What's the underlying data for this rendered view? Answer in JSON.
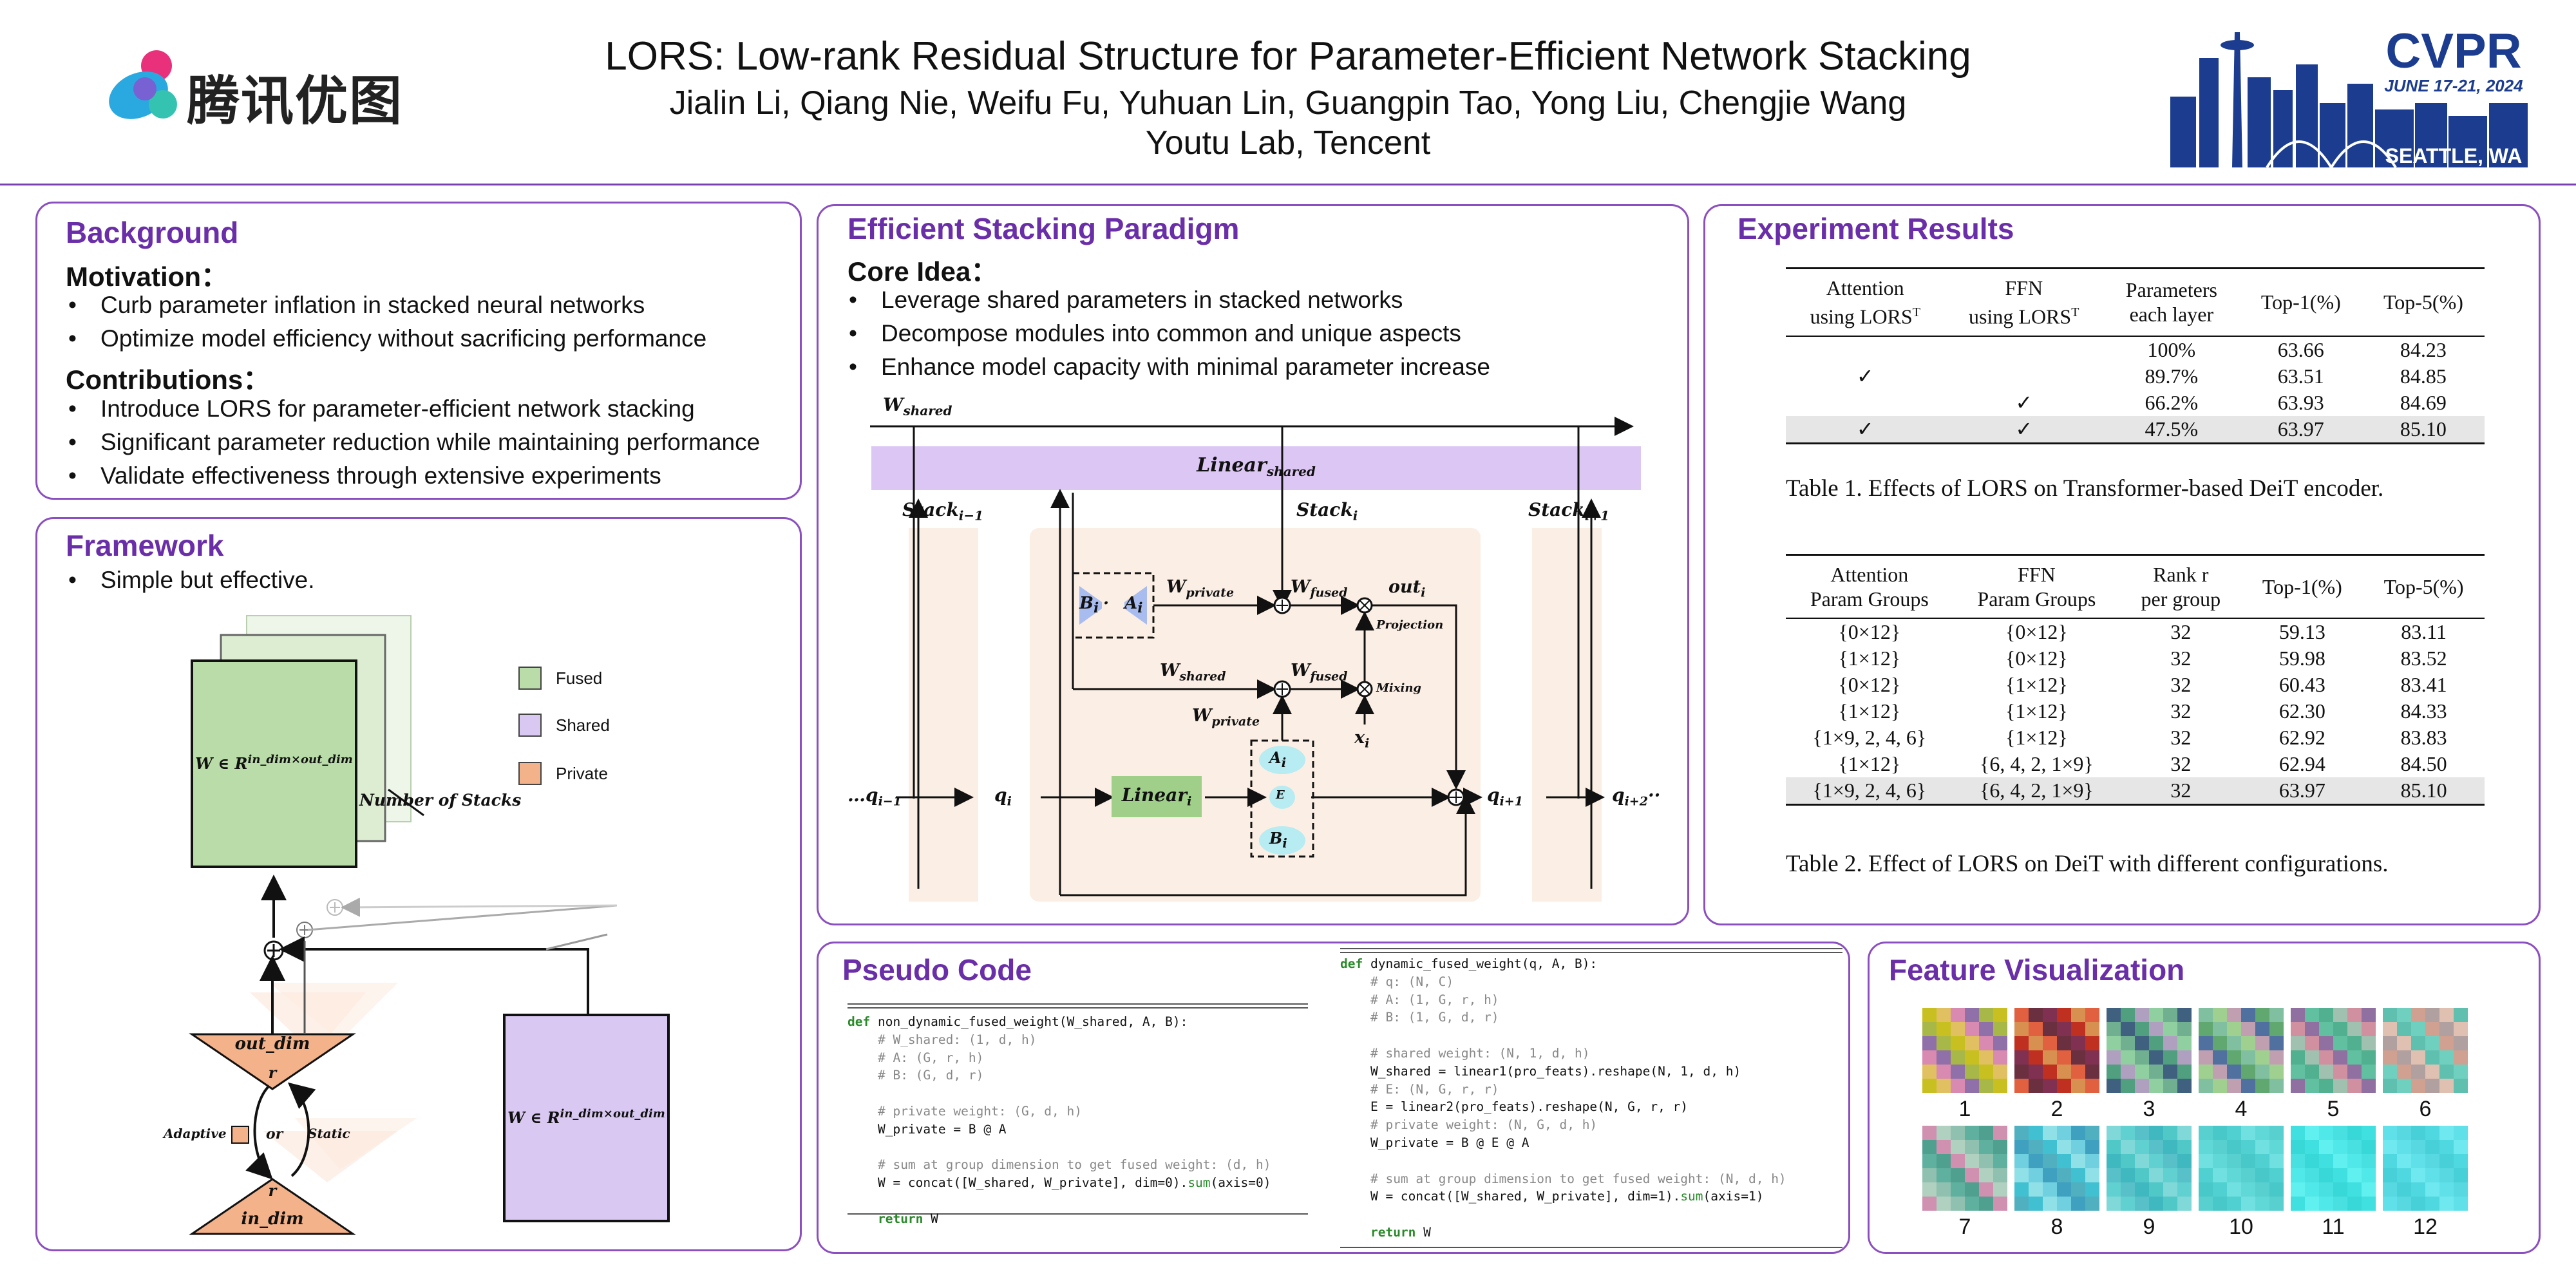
{
  "header": {
    "org_logo_text": "腾讯优图",
    "title": "LORS: Low-rank Residual Structure for Parameter-Efficient Network Stacking",
    "authors": "Jialin Li, Qiang Nie, Weifu Fu, Yuhuan Lin, Guangpin Tao, Yong Liu, Chengjie Wang",
    "affiliation": "Youtu Lab, Tencent",
    "conf_name": "CVPR",
    "conf_dates": "JUNE 17-21, 2024",
    "conf_location": "SEATTLE, WA"
  },
  "background": {
    "title": "Background",
    "motivation_heading": "Motivation：",
    "motivation": [
      "Curb parameter inflation in stacked neural networks",
      "Optimize model efficiency without sacrificing performance"
    ],
    "contributions_heading": "Contributions：",
    "contributions": [
      "Introduce LORS for parameter-efficient network stacking",
      "Significant parameter reduction while maintaining performance",
      "Validate effectiveness through extensive experiments"
    ]
  },
  "framework": {
    "title": "Framework",
    "bullets": [
      "Simple but effective."
    ],
    "legend": [
      "Fused",
      "Shared",
      "Private"
    ],
    "labels": {
      "w_fused": "W ∈ R",
      "w_sup": "in_dim×out_dim",
      "num_stacks": "Number of Stacks",
      "out_dim": "out_dim",
      "in_dim": "in_dim",
      "r_top": "r",
      "r_bottom": "r",
      "adaptive": "Adaptive",
      "or": "or",
      "static": "Static"
    }
  },
  "paradigm": {
    "title": "Efficient Stacking Paradigm",
    "core_heading": "Core Idea：",
    "bullets": [
      "Leverage shared parameters in stacked networks",
      "Decompose modules into common and unique aspects",
      "Enhance model capacity with minimal parameter increase"
    ],
    "labels": {
      "w_shared": "W",
      "w_shared_sub": "shared",
      "linear_shared": "Linear",
      "linear_shared_sub": "shared",
      "stack_prev": "Stack",
      "stack_prev_sub": "i−1",
      "stack_cur": "Stack",
      "stack_cur_sub": "i",
      "stack_next": "Stack",
      "stack_next_sub": "i+1",
      "w_private": "W",
      "w_private_sub": "private",
      "w_fused": "W",
      "w_fused_sub": "fused",
      "out": "out",
      "out_sub": "i",
      "projection": "Projection",
      "mixing": "Mixing",
      "x": "x",
      "x_sub": "i",
      "linear_i": "Linear",
      "linear_i_sub": "i",
      "b_i": "B",
      "a_i": "A",
      "e": "E",
      "q_prev": "q",
      "q_prev_sub": "i−1",
      "q_cur": "q",
      "q_cur_sub": "i",
      "q_next": "q",
      "q_next_sub": "i+1",
      "q_next2": "q",
      "q_next2_sub": "i+2"
    }
  },
  "results": {
    "title": "Experiment Results",
    "table1": {
      "headers": [
        "Attention\nusing LORS",
        "FFN\nusing LORS",
        "Parameters\neach layer",
        "Top-1(%)",
        "Top-5(%)"
      ],
      "rows": [
        [
          "",
          "",
          "100%",
          "63.66",
          "84.23"
        ],
        [
          "✓",
          "",
          "89.7%",
          "63.51",
          "84.85"
        ],
        [
          "",
          "✓",
          "66.2%",
          "63.93",
          "84.69"
        ],
        [
          "✓",
          "✓",
          "47.5%",
          "63.97",
          "85.10"
        ]
      ],
      "caption": "Table 1. Effects of LORS on Transformer-based DeiT encoder."
    },
    "table2": {
      "headers": [
        "Attention\nParam Groups",
        "FFN\nParam Groups",
        "Rank r\nper group",
        "Top-1(%)",
        "Top-5(%)"
      ],
      "rows": [
        [
          "{0×12}",
          "{0×12}",
          "32",
          "59.13",
          "83.11"
        ],
        [
          "{1×12}",
          "{0×12}",
          "32",
          "59.98",
          "83.52"
        ],
        [
          "{0×12}",
          "{1×12}",
          "32",
          "60.43",
          "83.41"
        ],
        [
          "{1×12}",
          "{1×12}",
          "32",
          "62.30",
          "84.33"
        ],
        [
          "{1×9, 2, 4, 6}",
          "{1×12}",
          "32",
          "62.92",
          "83.83"
        ],
        [
          "{1×12}",
          "{6, 4, 2, 1×9}",
          "32",
          "62.94",
          "84.50"
        ],
        [
          "{1×9, 2, 4, 6}",
          "{6, 4, 2, 1×9}",
          "32",
          "63.97",
          "85.10"
        ]
      ],
      "caption": "Table 2. Effect of LORS on DeiT with different configurations."
    },
    "sup_t": "T"
  },
  "pseudo": {
    "title": "Pseudo Code"
  },
  "feature": {
    "title": "Feature Visualization",
    "labels": [
      "1",
      "2",
      "3",
      "4",
      "5",
      "6",
      "7",
      "8",
      "9",
      "10",
      "11",
      "12"
    ]
  },
  "colors": {
    "accent": "#6a2ea8",
    "fused": "#b9dca8",
    "shared": "#d9c9f2",
    "private": "#f4b28a",
    "cvpr_blue": "#1c3d8f"
  }
}
